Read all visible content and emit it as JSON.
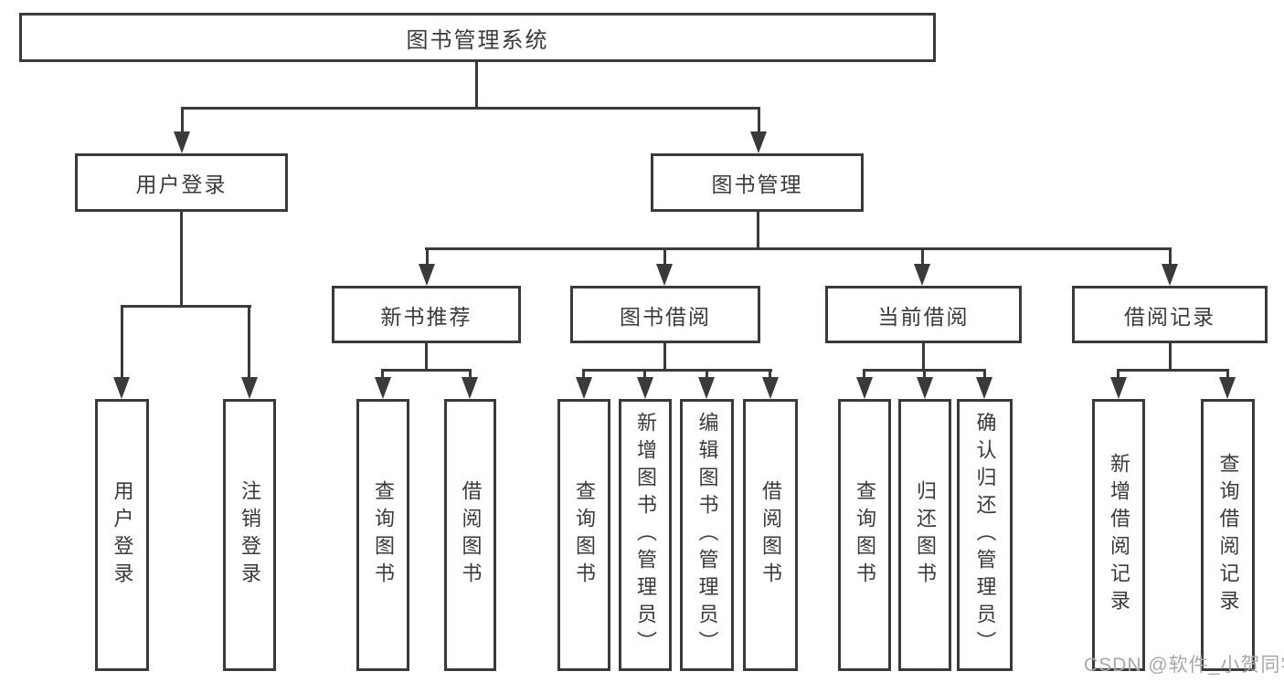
{
  "tree": {
    "root": "图书管理系统",
    "children": [
      {
        "label": "用户登录",
        "children": [
          "用户登录",
          "注销登录"
        ]
      },
      {
        "label": "图书管理",
        "children": [
          {
            "label": "新书推荐",
            "children": [
              "查询图书",
              "借阅图书"
            ]
          },
          {
            "label": "图书借阅",
            "children": [
              "查询图书",
              "新增图书（管理员）",
              "编辑图书（管理员）",
              "借阅图书"
            ]
          },
          {
            "label": "当前借阅",
            "children": [
              "查询图书",
              "归还图书",
              "确认归还（管理员）"
            ]
          },
          {
            "label": "借阅记录",
            "children": [
              "新增借阅记录",
              "查询借阅记录"
            ]
          }
        ]
      }
    ]
  },
  "watermark": {
    "text": "CSDN @软件_小贺同学"
  },
  "colors": {
    "line": "#3a3a3a",
    "text": "#3a3a3a",
    "watermark": "#a8a8a8",
    "background": "#ffffff"
  }
}
